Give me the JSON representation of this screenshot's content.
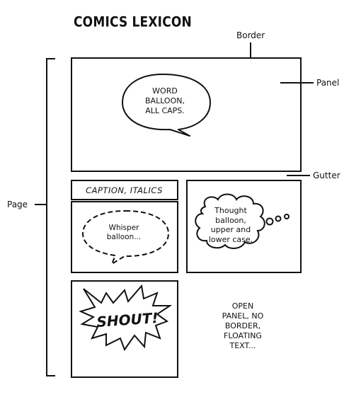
{
  "title": "COMICS LEXICON",
  "labels": {
    "border": "Border",
    "panel": "Panel",
    "gutter": "Gutter",
    "page": "Page"
  },
  "word_balloon": {
    "lines": [
      "WORD",
      "BALLOON,",
      "ALL CAPS."
    ]
  },
  "caption": {
    "text": "CAPTION, ITALICS"
  },
  "whisper_balloon": {
    "lines": [
      "Whisper",
      "balloon..."
    ]
  },
  "thought_balloon": {
    "lines": [
      "Thought",
      "balloon,",
      "upper and",
      "lower case."
    ]
  },
  "shout": {
    "text": "SHOUT!"
  },
  "open_panel": {
    "lines": [
      "OPEN",
      "PANEL, NO",
      "BORDER,",
      "FLOATING",
      "TEXT..."
    ]
  },
  "colors": {
    "ink": "#111111",
    "paper": "#ffffff"
  }
}
